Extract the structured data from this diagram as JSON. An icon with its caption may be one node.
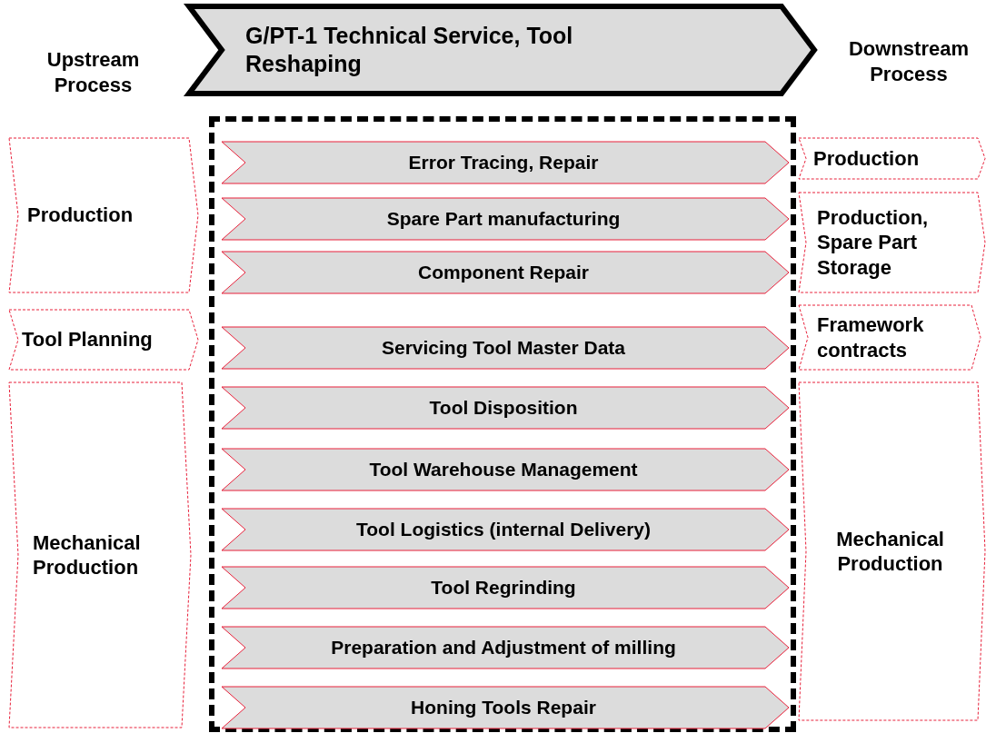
{
  "diagram": {
    "nodes": [
      {
        "text": [
          "G/PT-1 Technical Service, Tool Reshaping"
        ]
      },
      {
        "text": [],
        "shape": "box"
      },
      {
        "text": [
          "Production"
        ]
      },
      {
        "text": [
          "Tool Planning"
        ]
      },
      {
        "text": [
          "Mechanical Production"
        ]
      },
      {
        "text": [
          "Error Tracing, Repair"
        ],
        "in": 1
      },
      {
        "text": [
          "Spare Part manufacturing"
        ],
        "in": 1
      },
      {
        "text": [
          "Component Repair"
        ],
        "in": 1
      },
      {
        "text": [
          "Servicing Tool Master Data"
        ],
        "in": 1
      },
      {
        "text": [
          "Tool Disposition"
        ],
        "in": 1
      },
      {
        "text": [
          "Tool Warehouse Management"
        ],
        "in": 1
      },
      {
        "text": [
          "Tool Logistics (internal Delivery)"
        ],
        "in": 1
      },
      {
        "text": [
          "Tool Regrinding"
        ],
        "in": 1
      },
      {
        "text": [
          "Preparation and Adjustment of milling"
        ],
        "in": 1
      },
      {
        "text": [
          "Honing Tools Repair"
        ],
        "in": 1
      },
      {
        "text": [
          "Production"
        ]
      },
      {
        "text": [
          "Production, Spare Part Storage"
        ]
      },
      {
        "text": [
          "Framework contracts"
        ]
      },
      {
        "text": [
          "Mechanical Production"
        ]
      }
    ],
    "edges": [],
    "labels": [
      "Upstream Process",
      "Downstream Process"
    ]
  }
}
